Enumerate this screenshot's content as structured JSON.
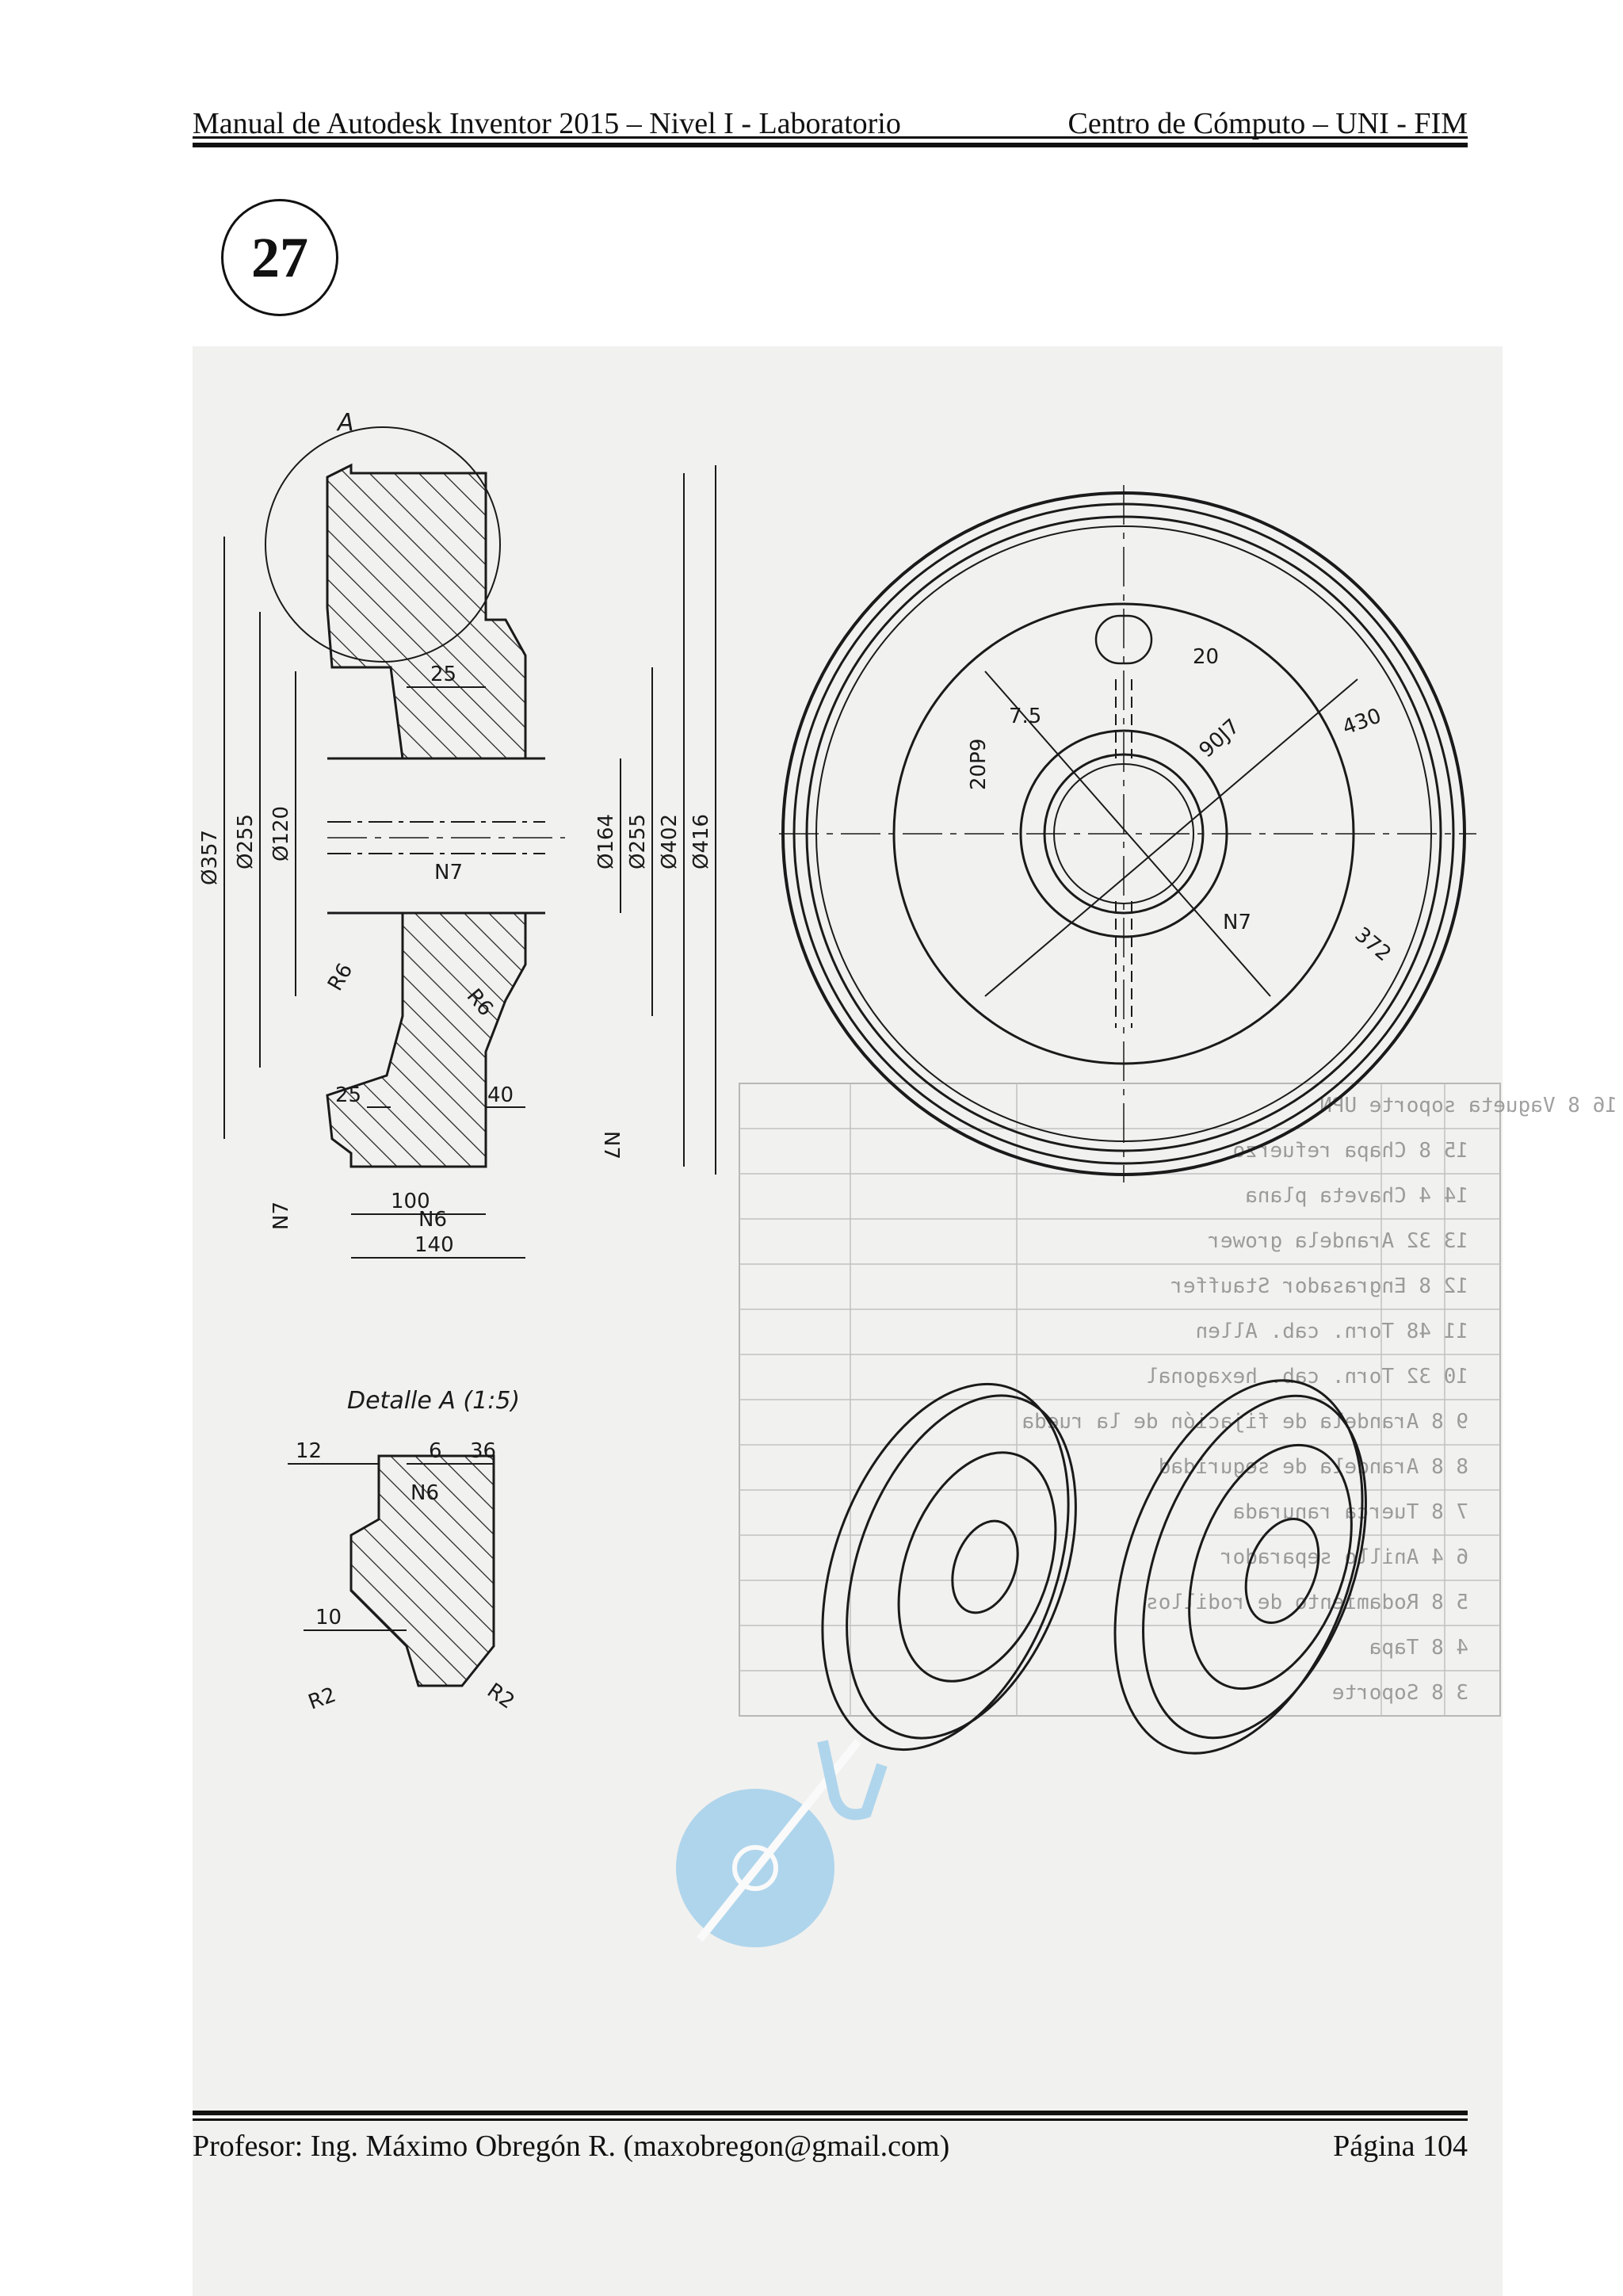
{
  "header": {
    "left": "Manual de Autodesk Inventor 2015 – Nivel I - Laboratorio",
    "right": "Centro de Cómputo – UNI - FIM"
  },
  "exercise": {
    "number": "27"
  },
  "drawing": {
    "section_label": "A",
    "detail_title": "Detalle A (1:5)",
    "section_dims": {
      "d357": "Ø357",
      "d255a": "Ø255",
      "d120": "Ø120",
      "d164": "Ø164",
      "d255b": "Ø255",
      "d402": "Ø402",
      "d416": "Ø416",
      "w25a": "25",
      "w25b": "25",
      "w40": "40",
      "w100": "100",
      "w140": "140",
      "r6a": "R6",
      "r6b": "R6",
      "n7a": "N7",
      "n7b": "N7",
      "n7c": "N7",
      "n6": "N6"
    },
    "front_dims": {
      "key_w": "20",
      "key_off": "7.5",
      "keyway": "20P9",
      "bore": "90J7",
      "outer": "430",
      "inner": "372",
      "n7": "N7"
    },
    "detail_dims": {
      "d12": "12",
      "d6": "6",
      "d36": "36",
      "d10": "10",
      "r2a": "R2",
      "r2b": "R2",
      "n6": "N6"
    },
    "bom_rows": [
      "16  8  Vagueta soporte UPN",
      "15  8  Chapa refuerzo",
      "14  4  Chaveta plana",
      "13  32  Arandela grower",
      "12  8  Engrasador Stauffer",
      "11  48  Torn. cab. Allen",
      "10  32  Torn. cab. hexagonal",
      "9   8  Arandela de fijación de la rueda",
      "8   8  Arandela de seguridad",
      "7   8  Tuerca ranurada",
      "6   4  Anillo separador",
      "5   8  Rodamiento de rodillos",
      "4   8  Tapa",
      "3   8  Soporte"
    ]
  },
  "footer": {
    "left": "Profesor: Ing. Máximo Obregón R. (maxobregon@gmail.com)",
    "right": "Página 104"
  }
}
